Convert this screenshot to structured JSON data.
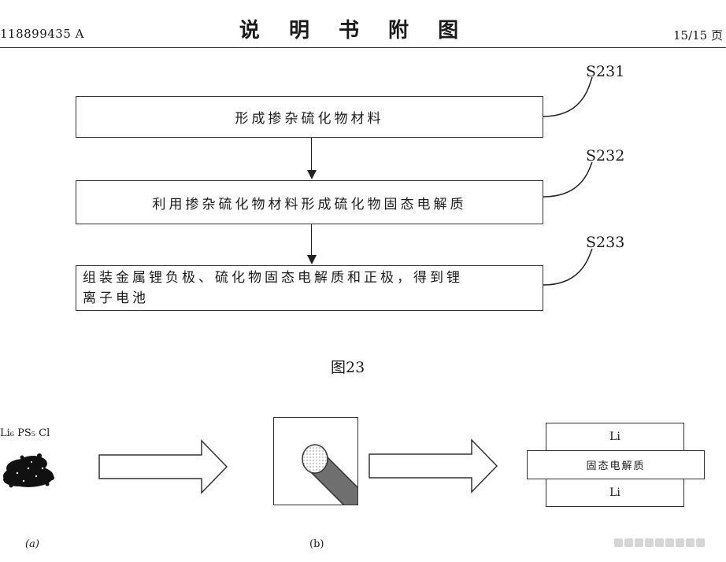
{
  "header": {
    "doc_number": "118899435 A",
    "title": "说 明 书 附 图",
    "page": "15/15 页"
  },
  "flowchart": {
    "steps": [
      {
        "label": "S231",
        "text": "形成掺杂硫化物材料"
      },
      {
        "label": "S232",
        "text": "利用掺杂硫化物材料形成硫化物固态电解质"
      },
      {
        "label": "S233",
        "text_line1": "组装金属锂负极、硫化物固态电解质和正极，得到锂",
        "text_line2": "离子电池"
      }
    ],
    "caption": "图23"
  },
  "figure24": {
    "material_label": "Li₆ PS₅ Cl",
    "panel_a_caption": "(a)",
    "panel_b_caption": "(b)",
    "cell_layers": {
      "top": "Li",
      "middle": "固态电解质",
      "bottom": "Li"
    }
  },
  "colors": {
    "ink": "#1a1a1a",
    "rod_fill": "#6f6f6f",
    "powder": "#111111"
  }
}
